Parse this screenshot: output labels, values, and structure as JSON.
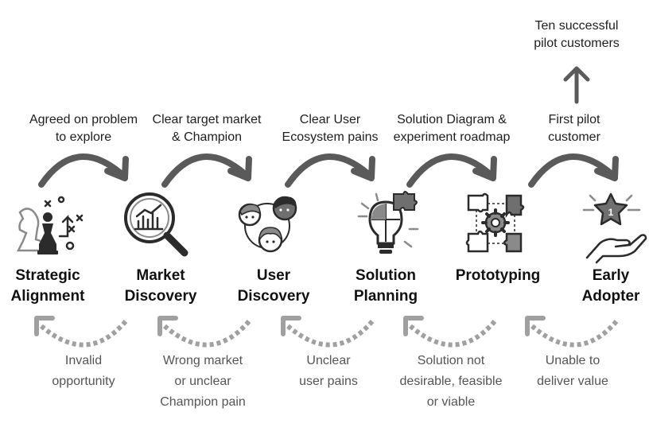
{
  "top_note": [
    "Ten successful",
    "pilot customers"
  ],
  "stages": [
    {
      "title": [
        "Strategic",
        "Alignment"
      ],
      "icon": "chess-strategy-icon",
      "success": [
        "Agreed on problem",
        "to explore"
      ],
      "failure": [
        "Invalid",
        "opportunity"
      ]
    },
    {
      "title": [
        "Market",
        "Discovery"
      ],
      "icon": "magnifier-chart-icon",
      "success": [
        "Clear target market",
        "& Champion"
      ],
      "failure": [
        "Wrong market",
        "or unclear",
        "Champion pain"
      ]
    },
    {
      "title": [
        "User",
        "Discovery"
      ],
      "icon": "user-group-icon",
      "success": [
        "Clear User",
        "Ecosystem pains"
      ],
      "failure": [
        "Unclear",
        "user pains"
      ]
    },
    {
      "title": [
        "Solution",
        "Planning"
      ],
      "icon": "lightbulb-puzzle-icon",
      "success": [
        "Solution Diagram &",
        "experiment roadmap"
      ],
      "failure": [
        "Solution not",
        "desirable, feasible",
        "or viable"
      ]
    },
    {
      "title": [
        "Prototyping"
      ],
      "icon": "puzzle-gear-icon",
      "success": [
        "First pilot",
        "customer"
      ],
      "failure": [
        "Unable to",
        "deliver value"
      ]
    },
    {
      "title": [
        "Early",
        "Adopter"
      ],
      "icon": "hand-star-icon",
      "success": [],
      "failure": []
    }
  ],
  "colors": {
    "arrow": "#5a5a5a",
    "dotted": "#a0a0a0",
    "icon_dark": "#2b2b2b",
    "icon_gray": "#8a8a8a"
  }
}
